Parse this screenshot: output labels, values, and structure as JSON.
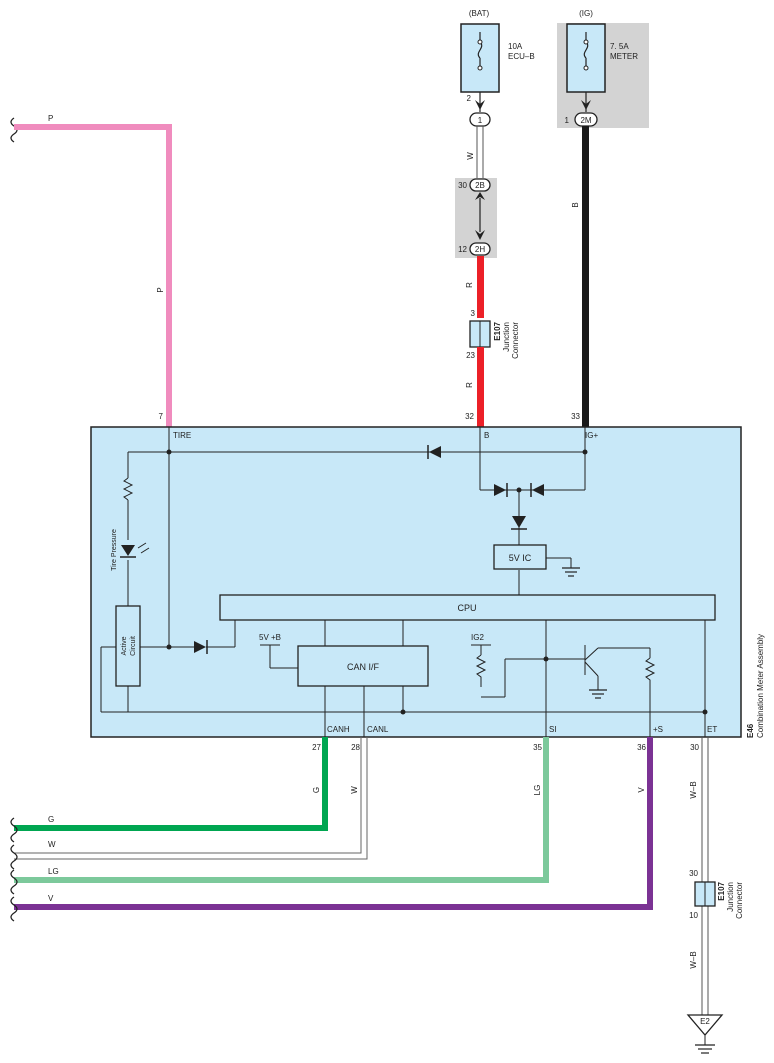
{
  "colors": {
    "pink": "#f08cbe",
    "red": "#ec2028",
    "black": "#1a1a1a",
    "green": "#00a651",
    "light_green": "#7cc99b",
    "violet": "#7b3294",
    "box_fill": "#c8e8f8",
    "fuse_bg": "#d3d3d3",
    "wire_white": "#ffffff"
  },
  "power": {
    "bat": {
      "label": "(BAT)",
      "amps": "10A",
      "name": "ECU–B",
      "pin": "2",
      "conn": "1"
    },
    "ig": {
      "label": "(IG)",
      "amps": "7. 5A",
      "name": "METER",
      "pin": "1",
      "conn": "2M"
    }
  },
  "connectors": {
    "c2b": {
      "pin": "30",
      "id": "2B"
    },
    "c2h": {
      "pin": "12",
      "id": "2H"
    },
    "e107_top": {
      "id": "E107",
      "name1": "Junction",
      "name2": "Connector",
      "pin_in": "3",
      "pin_out": "23"
    },
    "e107_bot": {
      "id": "E107",
      "name1": "Junction",
      "name2": "Connector",
      "pin_in": "30",
      "pin_out": "10"
    }
  },
  "wires": {
    "p": "P",
    "w": "W",
    "r": "R",
    "b": "B",
    "g": "G",
    "lg": "LG",
    "v": "V",
    "wb": "W–B"
  },
  "meter": {
    "id": "E46",
    "name": "Combination Meter Assembly",
    "terms_top": {
      "tire": {
        "pin": "7",
        "label": "TIRE"
      },
      "b": {
        "pin": "32",
        "label": "B"
      },
      "ig": {
        "pin": "33",
        "label": "IG+"
      }
    },
    "terms_bottom": {
      "canh": {
        "pin": "27",
        "label": "CANH"
      },
      "canl": {
        "pin": "28",
        "label": "CANL"
      },
      "si": {
        "pin": "35",
        "label": "SI"
      },
      "s": {
        "pin": "36",
        "label": "+S"
      },
      "et": {
        "pin": "30",
        "label": "ET"
      }
    },
    "blocks": {
      "ic5v": "5V IC",
      "cpu": "CPU",
      "canif": "CAN I/F",
      "v5b": "5V +B",
      "ig2": "IG2",
      "active1": "Active",
      "active2": "Circuit",
      "tire_pressure": "Tire Pressure"
    }
  },
  "left_wires": {
    "p": "P",
    "g": "G",
    "w": "W",
    "lg": "LG",
    "v": "V"
  },
  "ground": "E2"
}
